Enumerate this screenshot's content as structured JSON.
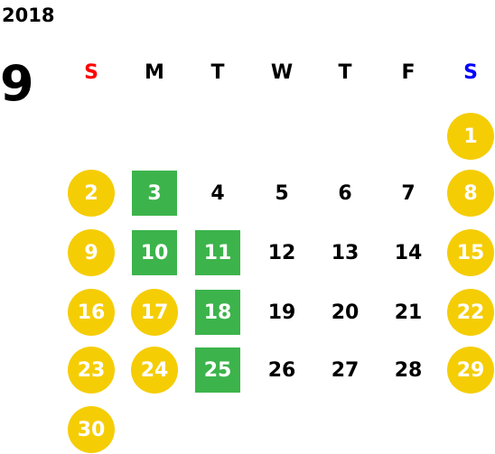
{
  "calendar": {
    "year": "2018",
    "month": "9",
    "weekdays": [
      {
        "label": "S",
        "color": "#ff0000"
      },
      {
        "label": "M",
        "color": "#000000"
      },
      {
        "label": "T",
        "color": "#000000"
      },
      {
        "label": "W",
        "color": "#000000"
      },
      {
        "label": "T",
        "color": "#000000"
      },
      {
        "label": "F",
        "color": "#000000"
      },
      {
        "label": "S",
        "color": "#0000ff"
      }
    ],
    "first_weekday_index": 6,
    "days_in_month": 30,
    "holiday_days": [
      1,
      2,
      8,
      9,
      15,
      16,
      17,
      22,
      23,
      24,
      29,
      30
    ],
    "event_days": [
      3,
      10,
      11,
      18,
      25
    ],
    "holiday_color": "#f5cd05",
    "event_color": "#3cb44b"
  }
}
